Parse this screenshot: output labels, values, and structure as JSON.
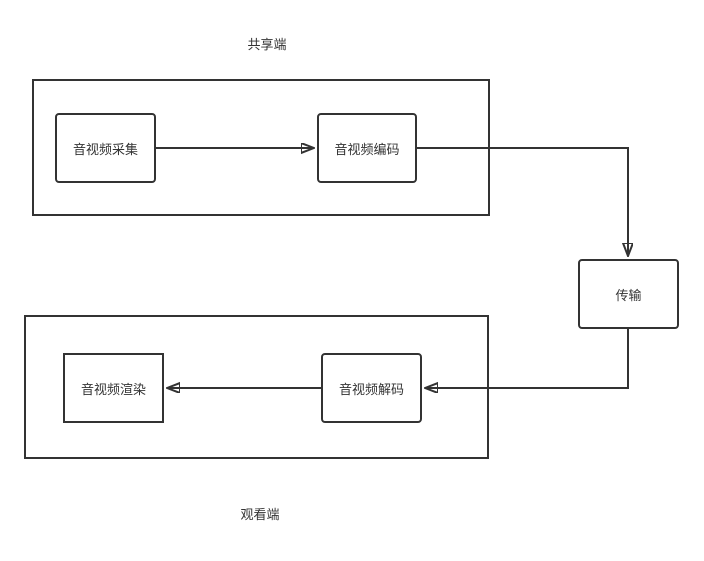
{
  "diagram": {
    "title_top": "共享端",
    "title_bottom": "观看端",
    "nodes": {
      "capture": {
        "label": "音视频采集"
      },
      "encode": {
        "label": "音视频编码"
      },
      "transport": {
        "label": "传输"
      },
      "decode": {
        "label": "音视频解码"
      },
      "render": {
        "label": "音视频渲染"
      }
    },
    "groups": {
      "sharer": {
        "label": "共享端",
        "contains": [
          "capture",
          "encode"
        ]
      },
      "viewer": {
        "label": "观看端",
        "contains": [
          "decode",
          "render"
        ]
      }
    },
    "connections": [
      {
        "from": "capture",
        "to": "encode"
      },
      {
        "from": "encode",
        "to": "transport"
      },
      {
        "from": "transport",
        "to": "decode"
      },
      {
        "from": "decode",
        "to": "render"
      }
    ],
    "colors": {
      "stroke": "#333333",
      "text": "#333333",
      "background": "#ffffff"
    }
  }
}
